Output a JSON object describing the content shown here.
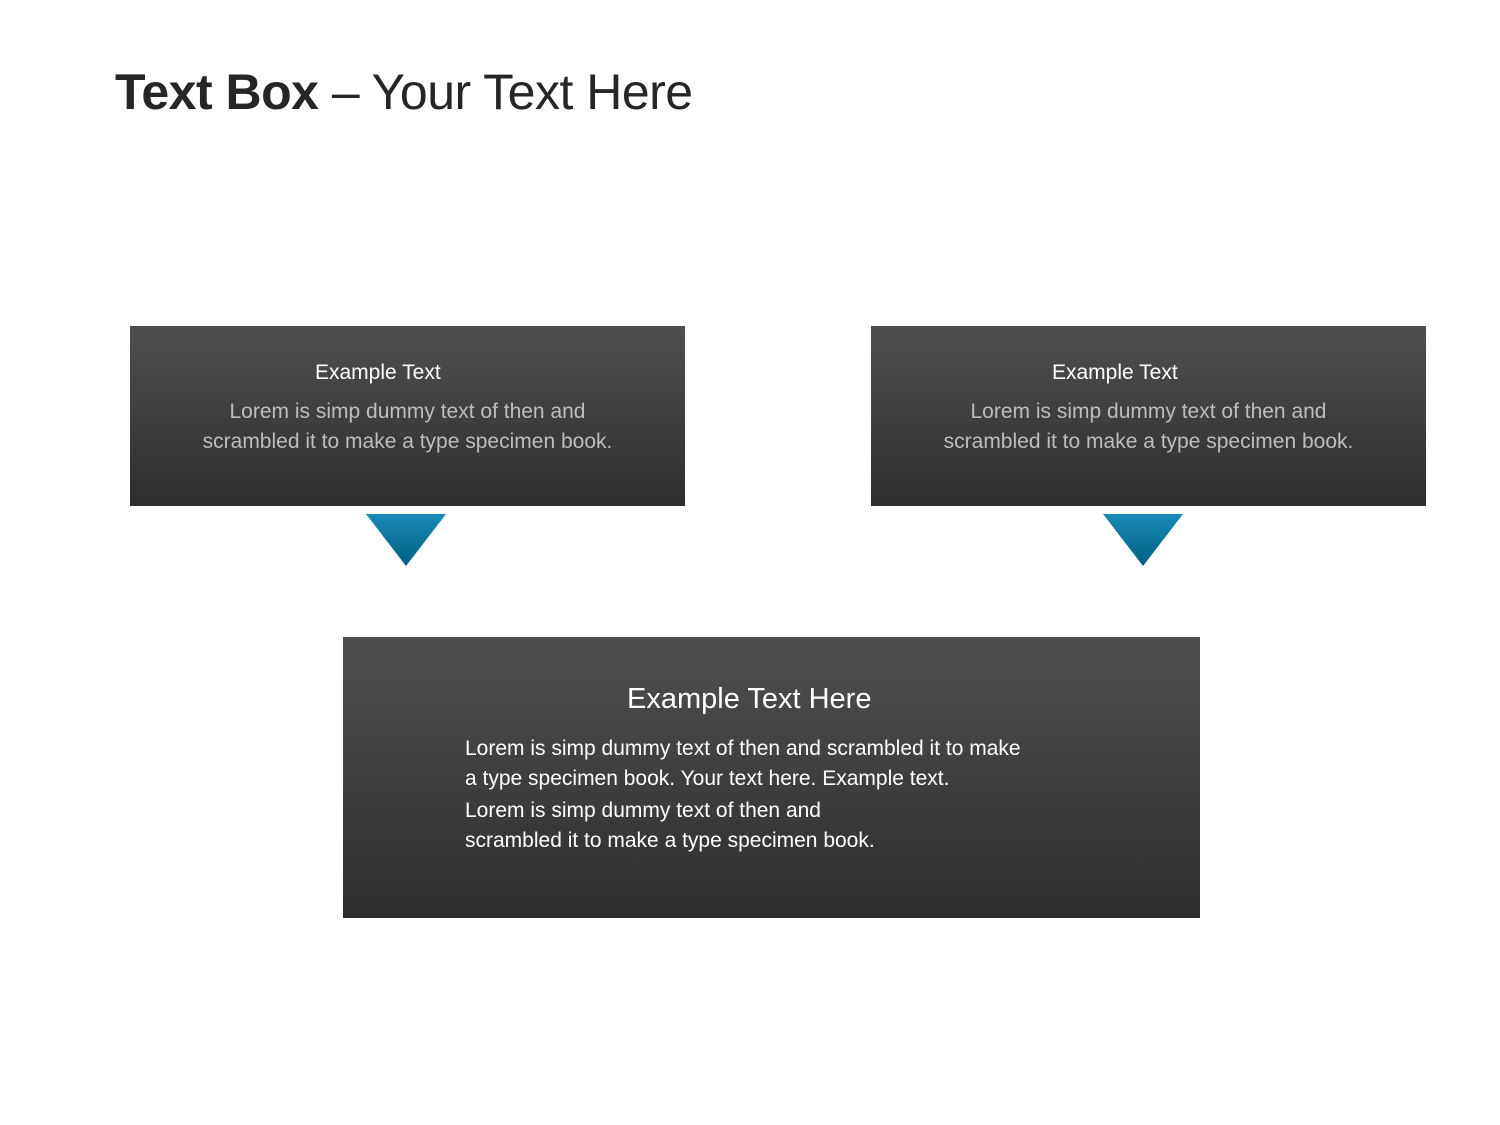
{
  "title": {
    "bold": "Text Box",
    "rest": " – Your Text Here"
  },
  "boxes": [
    {
      "heading": "Example Text",
      "body_lines": [
        "Lorem is simp dummy text of then and",
        "scrambled it to make a type specimen book."
      ]
    },
    {
      "heading": "Example Text",
      "body_lines": [
        "Lorem is simp dummy text of then and",
        "scrambled it to make a type specimen book."
      ]
    }
  ],
  "main_box": {
    "heading": "Example Text Here",
    "body_lines": [
      "Lorem is simp dummy text of then and scrambled it to make",
      "a type specimen book. Your text here. Example text.",
      "Lorem is simp dummy text of then and",
      "scrambled it to make a type specimen book."
    ]
  },
  "colors": {
    "box_top": "#4f4f4f",
    "box_bottom": "#2e2e2e",
    "arrow_light": "#1a8ab8",
    "arrow_dark": "#005f82"
  },
  "icons": [
    "triangle-down-icon",
    "triangle-down-icon"
  ]
}
